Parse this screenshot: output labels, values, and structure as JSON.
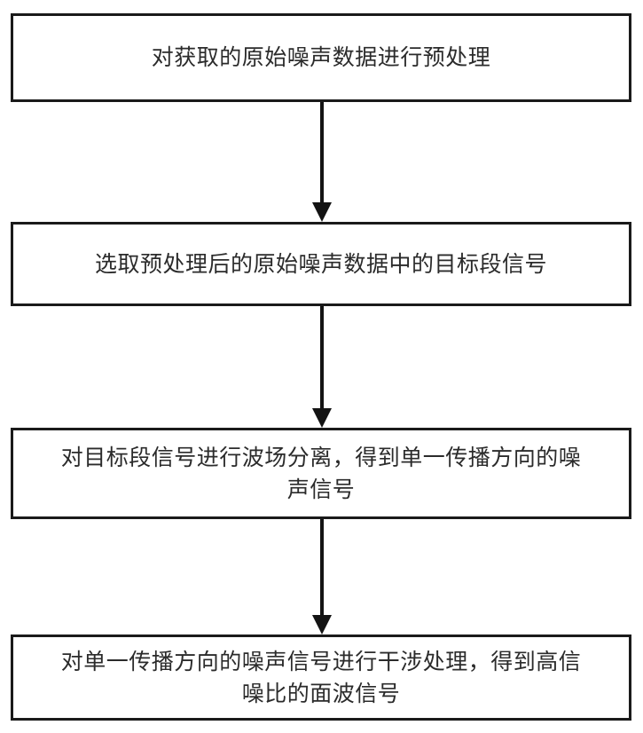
{
  "diagram": {
    "type": "flowchart",
    "orientation": "vertical",
    "background_color": "#ffffff",
    "border_color": "#1a1a1a",
    "text_color": "#2b2b2b",
    "nodes": [
      {
        "id": "step-1",
        "label": "对获取的原始噪声数据进行预处理",
        "lines": [
          "对获取的原始噪声数据进行预处理"
        ]
      },
      {
        "id": "step-2",
        "label": "选取预处理后的原始噪声数据中的目标段信号",
        "lines": [
          "选取预处理后的原始噪声数据中的目标段信号"
        ]
      },
      {
        "id": "step-3",
        "label": "对目标段信号进行波场分离，得到单一传播方向的噪\n声信号",
        "lines": [
          "对目标段信号进行波场分离，得到单一传播方向的噪",
          "声信号"
        ]
      },
      {
        "id": "step-4",
        "label": "对单一传播方向的噪声信号进行干涉处理，得到高信\n噪比的面波信号",
        "lines": [
          "对单一传播方向的噪声信号进行干涉处理，得到高信",
          "噪比的面波信号"
        ]
      }
    ],
    "connectors": [
      {
        "id": "arrow-1",
        "from": "step-1",
        "to": "step-2",
        "style": "solid-arrow-down"
      },
      {
        "id": "arrow-2",
        "from": "step-2",
        "to": "step-3",
        "style": "solid-arrow-down"
      },
      {
        "id": "arrow-3",
        "from": "step-3",
        "to": "step-4",
        "style": "solid-arrow-down"
      }
    ]
  }
}
